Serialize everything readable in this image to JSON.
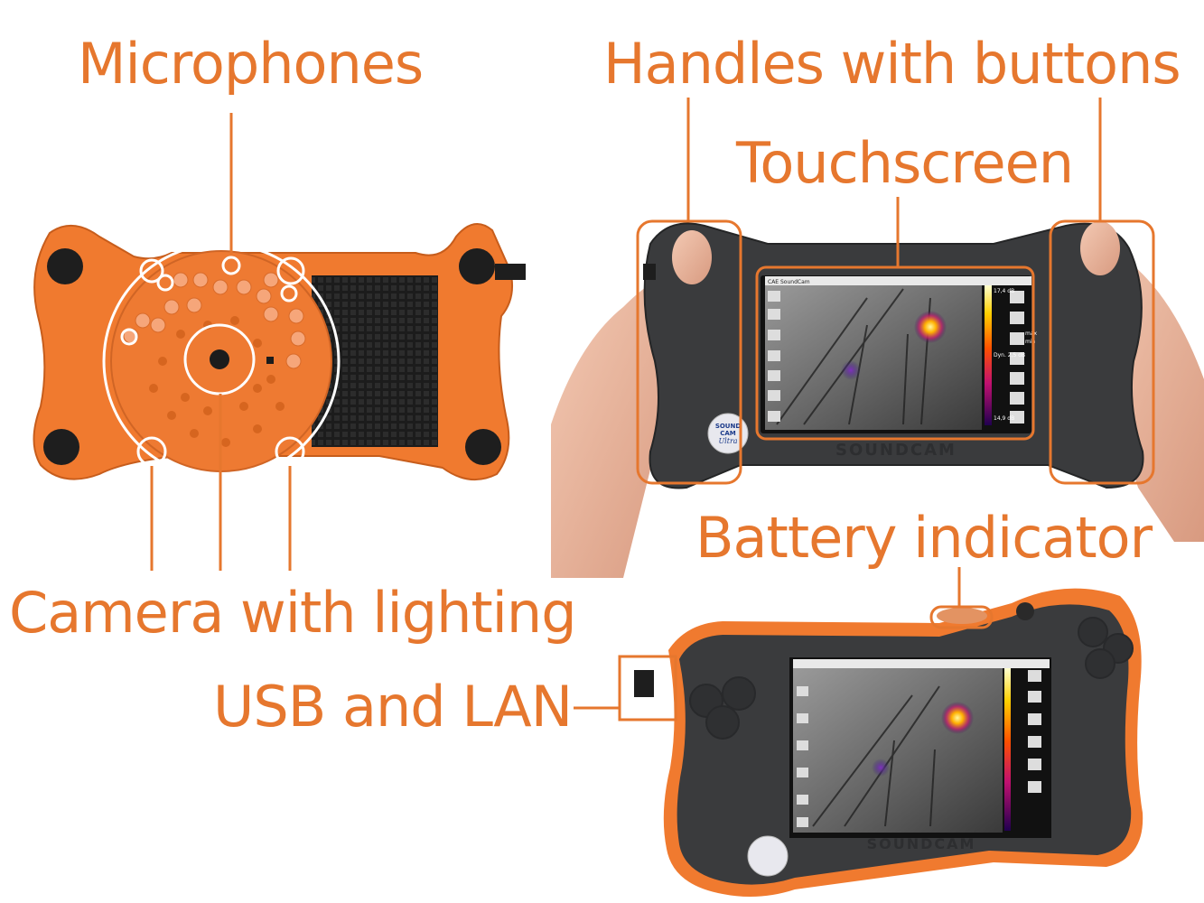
{
  "labels": {
    "microphones": "Microphones",
    "handles": "Handles with buttons",
    "touchscreen": "Touchscreen",
    "camera": "Camera with lighting",
    "usb_lan": "USB and LAN",
    "battery": "Battery indicator"
  },
  "screen": {
    "app_title": "CAE SoundCam",
    "scale_max": "17,4 dB",
    "scale_min": "14,9 dB",
    "dyn": "Dyn. 2,5 dB",
    "btn_max": "max",
    "btn_min": "min"
  },
  "brand": {
    "name": "SOUNDCAM",
    "badge_line1": "SOUND",
    "badge_line2": "CAM",
    "badge_line3": "Ultra"
  },
  "colors": {
    "accent": "#e6772e",
    "device_orange": "#f07a2f",
    "device_dark": "#3a3b3d"
  }
}
